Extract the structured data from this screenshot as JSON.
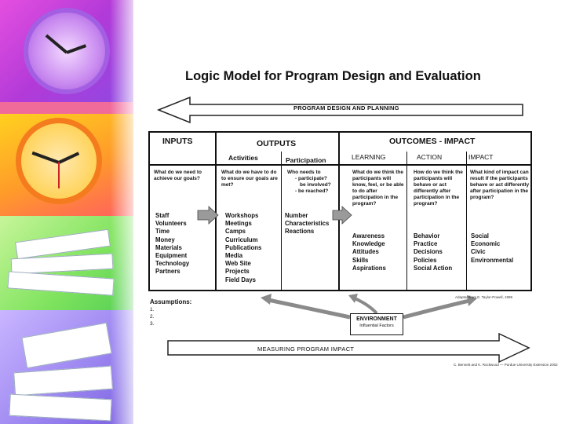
{
  "title": "Logic Model for Program Design and Evaluation",
  "top_arrow_label": "PROGRAM DESIGN AND PLANNING",
  "bottom_arrow_label": "MEASURING PROGRAM IMPACT",
  "inputs": {
    "header": "INPUTS",
    "question": "What do we need to achieve our goals?",
    "items": [
      "Staff",
      "Volunteers",
      "Time",
      "Money",
      "Materials",
      "Equipment",
      "Technology",
      "Partners"
    ]
  },
  "outputs": {
    "header": "OUTPUTS",
    "activities": {
      "header": "Activities",
      "question": "What do we have to do to ensure our goals are met?",
      "items": [
        "Workshops",
        "Meetings",
        "Camps",
        "Curriculum",
        "Publications",
        "Media",
        "Web Site",
        "Projects",
        "Field Days"
      ]
    },
    "participation": {
      "header": "Participation",
      "question_lines": [
        "Who needs to",
        "- participate?",
        "be involved?",
        "- be reached?"
      ],
      "items": [
        "Number",
        "Characteristics",
        "Reactions"
      ]
    }
  },
  "outcomes": {
    "header": "OUTCOMES - IMPACT",
    "learning": {
      "header": "LEARNING",
      "question": "What do we think the participants will know, feel, or be able to do after participation in the program?",
      "items": [
        "Awareness",
        "Knowledge",
        "Attitudes",
        "Skills",
        "Aspirations"
      ]
    },
    "action": {
      "header": "ACTION",
      "question": "How do we think the participants will behave or act differently after participation in the program?",
      "items": [
        "Behavior",
        "Practice",
        "Decisions",
        "Policies",
        "Social Action"
      ]
    },
    "impact": {
      "header": "IMPACT",
      "question": "What kind of impact can result if the participants behave or act differently after participation in the program?",
      "items": [
        "Social",
        "Economic",
        "Civic",
        "Environmental"
      ]
    }
  },
  "adapted_note": "Adapted from E. Taylor-Powell, 1999",
  "assumptions": {
    "header": "Assumptions:",
    "items": [
      "1.",
      "2.",
      "3."
    ]
  },
  "environment": {
    "title": "ENVIRONMENT",
    "subtitle": "Influential Factors"
  },
  "footer_credit": "C. Bennett and K. Rockwood — Purdue University Extension 2002",
  "colors": {
    "arrow_fill": "#ffffff",
    "arrow_stroke": "#222222",
    "curved_arrow": "#8a8a8a",
    "frame": "#111111"
  }
}
